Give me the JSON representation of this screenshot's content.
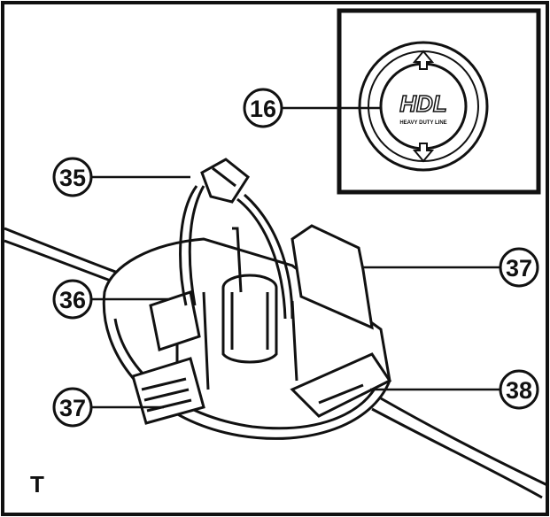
{
  "figure": {
    "panel_letter": "T",
    "inset": {
      "logo_text": "HDL",
      "logo_subtext": "HEAVY DUTY LINE",
      "icon_up": "arrow-up-icon",
      "icon_down": "arrow-down-icon"
    },
    "callouts": [
      {
        "id": "callout-16",
        "label": "16"
      },
      {
        "id": "callout-35",
        "label": "35"
      },
      {
        "id": "callout-36",
        "label": "36"
      },
      {
        "id": "callout-37-top",
        "label": "37"
      },
      {
        "id": "callout-37-bottom",
        "label": "37"
      },
      {
        "id": "callout-38",
        "label": "38"
      }
    ]
  }
}
